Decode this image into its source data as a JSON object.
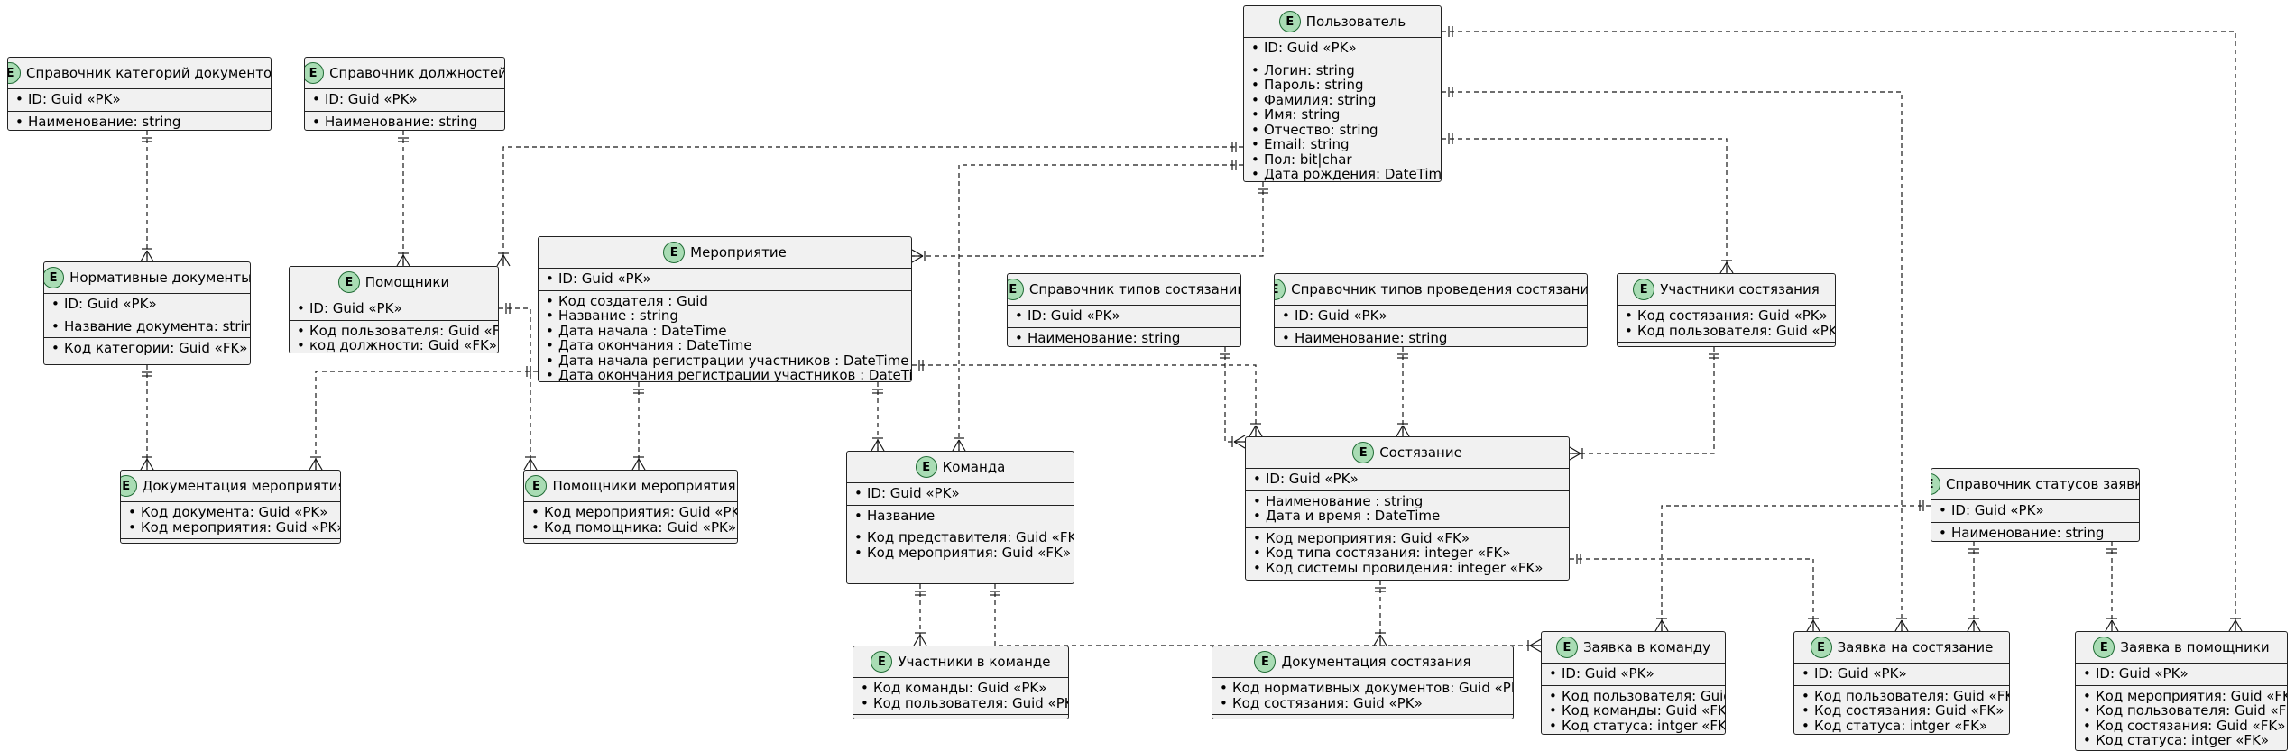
{
  "entities": [
    {
      "id": "pol",
      "name": "Пользователь",
      "sections": [
        [
          "ID: Guid «PK»"
        ],
        [
          "Логин: string",
          "Пароль: string",
          "Фамилия: string",
          "Имя: string",
          "Отчество: string",
          "Email: string",
          "Пол: bit|char",
          "Дата рождения: DateTime"
        ]
      ]
    },
    {
      "id": "spr_kat",
      "name": "Справочник категорий документов",
      "sections": [
        [
          "ID: Guid «PK»"
        ],
        [
          "Наименование: string"
        ]
      ]
    },
    {
      "id": "spr_dol",
      "name": "Справочник должностей",
      "sections": [
        [
          "ID: Guid «PK»"
        ],
        [
          "Наименование: string"
        ]
      ]
    },
    {
      "id": "norm",
      "name": "Нормативные документы",
      "sections": [
        [
          "ID: Guid «PK»"
        ],
        [
          "Название документа: string"
        ],
        [
          "Код категории: Guid «FK»"
        ]
      ]
    },
    {
      "id": "pom",
      "name": "Помощники",
      "sections": [
        [
          "ID: Guid «PK»"
        ],
        [
          "Код пользователя: Guid «FK»",
          "код должности: Guid «FK»"
        ]
      ]
    },
    {
      "id": "mer",
      "name": "Мероприятие",
      "sections": [
        [
          "ID: Guid «PK»"
        ],
        [
          "Код создателя : Guid",
          "Название : string",
          "Дата начала : DateTime",
          "Дата окончания : DateTime",
          "Дата начала регистрации участников : DateTime",
          "Дата окончания регистрации участников : DateTime"
        ]
      ]
    },
    {
      "id": "spr_tip",
      "name": "Справочник типов состязаний",
      "sections": [
        [
          "ID: Guid «PK»"
        ],
        [
          "Наименование: string"
        ]
      ]
    },
    {
      "id": "spr_prov",
      "name": "Справочник типов проведения состязаний",
      "sections": [
        [
          "ID: Guid «PK»"
        ],
        [
          "Наименование: string"
        ]
      ]
    },
    {
      "id": "uch_sost",
      "name": "Участники состязания",
      "sections": [
        [
          "Код состязания: Guid «PK»",
          "Код пользователя: Guid «PK»"
        ]
      ]
    },
    {
      "id": "dok_mer",
      "name": "Документация мероприятия",
      "sections": [
        [
          "Код документа: Guid «PK»",
          "Код мероприятия: Guid «PK»"
        ]
      ]
    },
    {
      "id": "pom_mer",
      "name": "Помощники мероприятия",
      "sections": [
        [
          "Код мероприятия: Guid «PK»",
          "Код помощника: Guid «PK»"
        ]
      ]
    },
    {
      "id": "kom",
      "name": "Команда",
      "sections": [
        [
          "ID: Guid «PK»"
        ],
        [
          "Название"
        ],
        [
          "Код представителя: Guid «FK»",
          "Код мероприятия: Guid «FK»"
        ]
      ]
    },
    {
      "id": "sost",
      "name": "Состязание",
      "sections": [
        [
          "ID: Guid «PK»"
        ],
        [
          "Наименование : string",
          "Дата и время : DateTime"
        ],
        [
          "Код мероприятия: Guid «FK»",
          "Код типа состязания: integer «FK»",
          "Код системы провидения: integer «FK»"
        ]
      ]
    },
    {
      "id": "spr_stat",
      "name": "Справочник статусов заявки",
      "sections": [
        [
          "ID: Guid «PK»"
        ],
        [
          "Наименование: string"
        ]
      ]
    },
    {
      "id": "uch_kom",
      "name": "Участники в команде",
      "sections": [
        [
          "Код команды: Guid «PK»",
          "Код пользователя: Guid «PK»"
        ]
      ]
    },
    {
      "id": "dok_sost",
      "name": "Документация состязания",
      "sections": [
        [
          "Код нормативных документов: Guid «PK»",
          "Код состязания: Guid «PK»"
        ]
      ]
    },
    {
      "id": "zay_kom",
      "name": "Заявка в команду",
      "sections": [
        [
          "ID: Guid «PK»"
        ],
        [
          "Код пользователя: Guid «FK»",
          "Код команды: Guid «FK»",
          "Код статуса: intger «FK»"
        ]
      ]
    },
    {
      "id": "zay_sost",
      "name": "Заявка на состязание",
      "sections": [
        [
          "ID: Guid «PK»"
        ],
        [
          "Код пользователя: Guid «FK»",
          "Код состязания: Guid «FK»",
          "Код статуса: intger «FK»"
        ]
      ]
    },
    {
      "id": "zay_pom",
      "name": "Заявка в помощники",
      "sections": [
        [
          "ID: Guid «PK»"
        ],
        [
          "Код мероприятия: Guid «FK»",
          "Код пользователя: Guid «FK»",
          "Код состязания: Guid «FK»",
          "Код статуса: intger «FK»"
        ]
      ]
    }
  ]
}
